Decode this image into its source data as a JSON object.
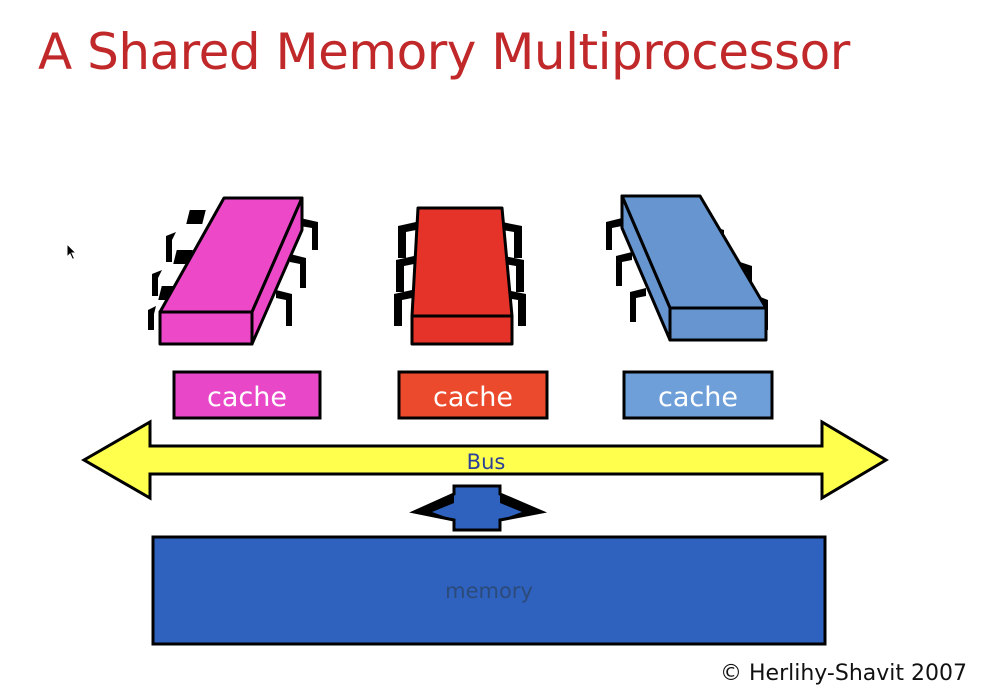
{
  "title": "A Shared Memory Multiprocessor",
  "caches": [
    {
      "label": "cache",
      "color": "#e848c8"
    },
    {
      "label": "cache",
      "color": "#ec4a2c"
    },
    {
      "label": "cache",
      "color": "#6e9fd9"
    }
  ],
  "processors": [
    {
      "color": "#ec48c8"
    },
    {
      "color": "#e6332a"
    },
    {
      "color": "#6695d0"
    }
  ],
  "bus": {
    "label": "Bus",
    "color": "#ffff4d"
  },
  "memory": {
    "label": "memory",
    "color": "#2f62be"
  },
  "copyright": "© Herlihy-Shavit 2007"
}
